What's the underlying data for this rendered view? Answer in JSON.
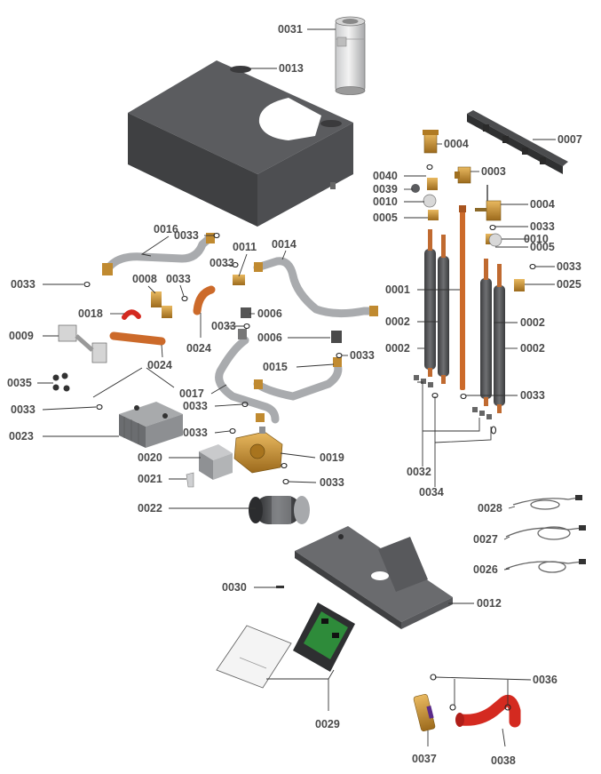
{
  "parts": [
    {
      "id": "p0031",
      "label": "0031"
    },
    {
      "id": "p0013",
      "label": "0013"
    },
    {
      "id": "p0007",
      "label": "0007"
    },
    {
      "id": "p0004a",
      "label": "0004"
    },
    {
      "id": "p0003",
      "label": "0003"
    },
    {
      "id": "p0040",
      "label": "0040"
    },
    {
      "id": "p0039",
      "label": "0039"
    },
    {
      "id": "p0010a",
      "label": "0010"
    },
    {
      "id": "p0004b",
      "label": "0004"
    },
    {
      "id": "p0005a",
      "label": "0005"
    },
    {
      "id": "p0033a",
      "label": "0033"
    },
    {
      "id": "p0010b",
      "label": "0010"
    },
    {
      "id": "p0005b",
      "label": "0005"
    },
    {
      "id": "p0033b",
      "label": "0033"
    },
    {
      "id": "p0025",
      "label": "0025"
    },
    {
      "id": "p0001",
      "label": "0001"
    },
    {
      "id": "p0002a",
      "label": "0002"
    },
    {
      "id": "p0002b",
      "label": "0002"
    },
    {
      "id": "p0002c",
      "label": "0002"
    },
    {
      "id": "p0002d",
      "label": "0002"
    },
    {
      "id": "p0033c",
      "label": "0033"
    },
    {
      "id": "p0032",
      "label": "0032"
    },
    {
      "id": "p0034",
      "label": "0034"
    },
    {
      "id": "p0016",
      "label": "0016"
    },
    {
      "id": "p0033d",
      "label": "0033"
    },
    {
      "id": "p0011",
      "label": "0011"
    },
    {
      "id": "p0014",
      "label": "0014"
    },
    {
      "id": "p0033e",
      "label": "0033"
    },
    {
      "id": "p0033f",
      "label": "0033"
    },
    {
      "id": "p0008",
      "label": "0008"
    },
    {
      "id": "p0033g",
      "label": "0033"
    },
    {
      "id": "p0018",
      "label": "0018"
    },
    {
      "id": "p0033h",
      "label": "0033"
    },
    {
      "id": "p0006a",
      "label": "0006"
    },
    {
      "id": "p0009",
      "label": "0009"
    },
    {
      "id": "p0024a",
      "label": "0024"
    },
    {
      "id": "p0006b",
      "label": "0006"
    },
    {
      "id": "p0024b",
      "label": "0024"
    },
    {
      "id": "p0033i",
      "label": "0033"
    },
    {
      "id": "p0015",
      "label": "0015"
    },
    {
      "id": "p0035",
      "label": "0035"
    },
    {
      "id": "p0017",
      "label": "0017"
    },
    {
      "id": "p0033j",
      "label": "0033"
    },
    {
      "id": "p0033k",
      "label": "0033"
    },
    {
      "id": "p0023",
      "label": "0023"
    },
    {
      "id": "p0033l",
      "label": "0033"
    },
    {
      "id": "p0020",
      "label": "0020"
    },
    {
      "id": "p0019",
      "label": "0019"
    },
    {
      "id": "p0021",
      "label": "0021"
    },
    {
      "id": "p0033m",
      "label": "0033"
    },
    {
      "id": "p0022",
      "label": "0022"
    },
    {
      "id": "p0028",
      "label": "0028"
    },
    {
      "id": "p0027",
      "label": "0027"
    },
    {
      "id": "p0026",
      "label": "0026"
    },
    {
      "id": "p0030",
      "label": "0030"
    },
    {
      "id": "p0012",
      "label": "0012"
    },
    {
      "id": "p0029",
      "label": "0029"
    },
    {
      "id": "p0036",
      "label": "0036"
    },
    {
      "id": "p0037",
      "label": "0037"
    },
    {
      "id": "p0038",
      "label": "0038"
    }
  ],
  "colors": {
    "label": "#4a4a4a",
    "leader": "#333333",
    "panel_dark": "#48494b",
    "panel_top": "#5a5b5e",
    "pipe_silver": "#a9abae",
    "insulation": "#5e5f61",
    "brass": "#c28a2c",
    "copper": "#cc6a2a",
    "red": "#d42a20",
    "pcb_green": "#2e8b3a"
  },
  "icons": [
    "flue-adapter",
    "top-cover",
    "manifold-rail",
    "insulated-pipe",
    "brass-valve",
    "plate-heat-exchanger",
    "circulation-pump",
    "pump-motor",
    "wiring-harness",
    "mounting-tray",
    "control-pcb",
    "cover-lid",
    "red-elbow-pipe",
    "brass-sleeve",
    "o-ring"
  ]
}
